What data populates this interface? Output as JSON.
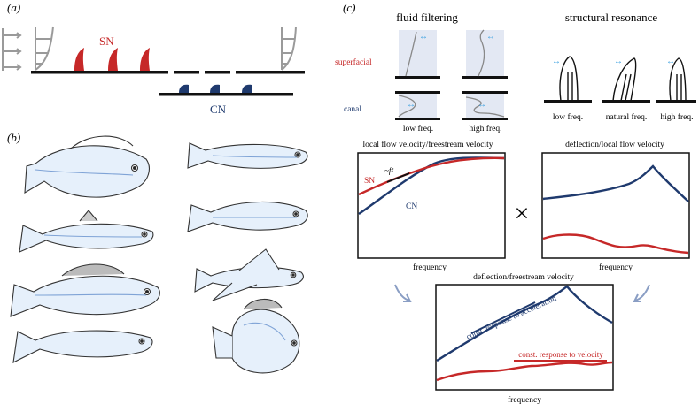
{
  "panel_labels": {
    "a": "(a)",
    "b": "(b)",
    "c": "(c)"
  },
  "panel_a": {
    "sn_label": "SN",
    "cn_label": "CN"
  },
  "panel_c": {
    "fluid_filtering_title": "fluid filtering",
    "structural_resonance_title": "structural resonance",
    "row_superficial": "superfacial",
    "row_canal": "canal",
    "low_freq": "low freq.",
    "high_freq": "high freq.",
    "resonance_low": "low freq.",
    "resonance_natural": "natural freq.",
    "resonance_high": "high freq.",
    "plot1_title": "local flow velocity/freestream velocity",
    "plot1_xlabel": "frequency",
    "plot1_sn_label": "SN",
    "plot1_cn_label": "CN",
    "plot1_slope_label": "~f²",
    "multiply_symbol": "×",
    "plot2_title": "deflection/local flow velocity",
    "plot2_xlabel": "frequency",
    "plot3_title": "deflection/freestream velocity",
    "plot3_xlabel": "frequency",
    "plot3_accel_label": "const. response to acceleration",
    "plot3_vel_label": "const. response to velocity"
  },
  "colors": {
    "sn_red": "#c62828",
    "cn_blue": "#1f3a6e",
    "gray": "#9a9a9a",
    "shade": "#e3e8f3",
    "arrow_blue": "#3aa0e0"
  }
}
